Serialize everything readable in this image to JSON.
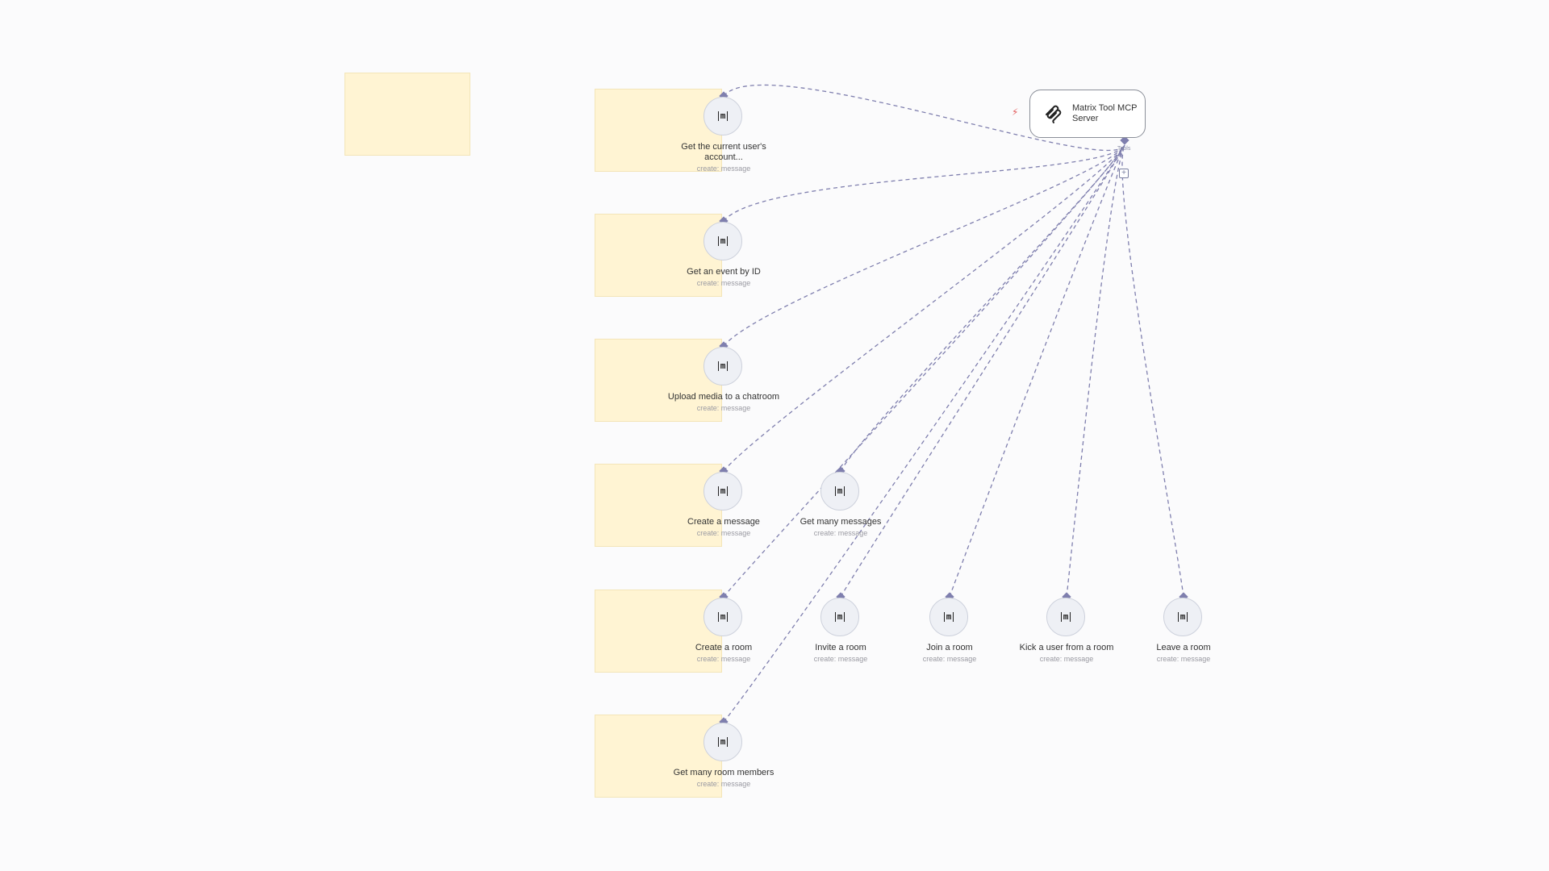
{
  "mcp": {
    "title": "Matrix Tool MCP Server",
    "port_label": "Tools",
    "icon": "mcp-icon"
  },
  "tools": [
    {
      "label": "Get the current user's account...",
      "sub": "create: message"
    },
    {
      "label": "Get an event by ID",
      "sub": "create: message"
    },
    {
      "label": "Upload media to a chatroom",
      "sub": "create: message"
    },
    {
      "label": "Create a message",
      "sub": "create: message"
    },
    {
      "label": "Get many messages",
      "sub": "create: message"
    },
    {
      "label": "Create a room",
      "sub": "create: message"
    },
    {
      "label": "Invite a room",
      "sub": "create: message"
    },
    {
      "label": "Join a room",
      "sub": "create: message"
    },
    {
      "label": "Kick a user from a room",
      "sub": "create: message"
    },
    {
      "label": "Leave a room",
      "sub": "create: message"
    },
    {
      "label": "Get many room members",
      "sub": "create: message"
    }
  ],
  "colors": {
    "edge": "#7f7fae",
    "sticky": "#fff4d3",
    "bolt": "#e25b5b"
  },
  "node_icon": "matrix-icon"
}
